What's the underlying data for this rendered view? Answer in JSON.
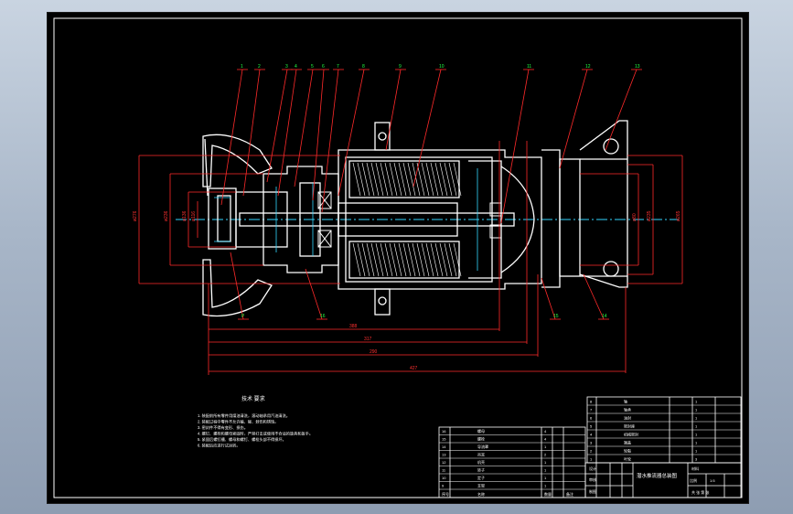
{
  "colors": {
    "background": "#a8b6c8",
    "sheet": "#000000",
    "outline": "#ffffff",
    "leader": "#ff2a2a",
    "balloon_text": "#22ff44",
    "centerline": "#33d6ff"
  },
  "balloons_top": [
    "1",
    "2",
    "3",
    "4",
    "5",
    "6",
    "7",
    "8",
    "9",
    "10",
    "11",
    "12",
    "13"
  ],
  "balloons_bottom": [
    "P",
    "16",
    "15",
    "14"
  ],
  "dimensions": {
    "vertical_left": [
      "ø276",
      "ø236",
      "ø136",
      "ø116"
    ],
    "vertical_right": [
      "ø80",
      "ø235",
      "ø265"
    ],
    "horizontal": [
      "388",
      "317",
      "290",
      "427"
    ]
  },
  "notes": {
    "title": "技术 要求",
    "lines": [
      "1. 装配前所有零件用煤油清洗，滚动轴承用汽油清洗。",
      "2. 装配过程中零件不允许磕、碰、划伤和锈蚀。",
      "3. 密封件不得有变形、损伤。",
      "4. 螺钉、螺栓和螺母紧固时，严禁打击或使用不合适的旋具和扳手。",
      "5. 紧固后螺钉槽、螺母和螺钉、螺栓头部不得损坏。",
      "6. 装配后应进行试运转。"
    ]
  },
  "title_block": {
    "drawing_name": "潜水推流器总装图",
    "scale_label": "比例",
    "scale": "1:5",
    "material_label": "材料",
    "sheet_label": "共  张  第  张",
    "designer_label": "设计",
    "checker_label": "审核",
    "drawn_label": "制图"
  },
  "bom_lower": {
    "rows": [
      [
        "16",
        "螺母",
        "4",
        ""
      ],
      [
        "15",
        "螺栓",
        "4",
        ""
      ],
      [
        "14",
        "导流罩",
        "1",
        ""
      ],
      [
        "13",
        "吊耳",
        "2",
        ""
      ],
      [
        "12",
        "机壳",
        "1",
        ""
      ],
      [
        "11",
        "转子",
        "1",
        ""
      ],
      [
        "10",
        "定子",
        "1",
        ""
      ],
      [
        "9",
        "支架",
        "1",
        ""
      ]
    ],
    "header": [
      "序号",
      "名称",
      "数量",
      "备注"
    ]
  },
  "bom_upper": {
    "rows": [
      [
        "8",
        "轴",
        "1",
        ""
      ],
      [
        "7",
        "轴承",
        "1",
        ""
      ],
      [
        "6",
        "油封",
        "1",
        ""
      ],
      [
        "5",
        "密封座",
        "1",
        ""
      ],
      [
        "4",
        "机械密封",
        "1",
        ""
      ],
      [
        "3",
        "端盖",
        "1",
        ""
      ],
      [
        "2",
        "轮毂",
        "1",
        ""
      ],
      [
        "1",
        "叶轮",
        "3",
        ""
      ]
    ]
  }
}
